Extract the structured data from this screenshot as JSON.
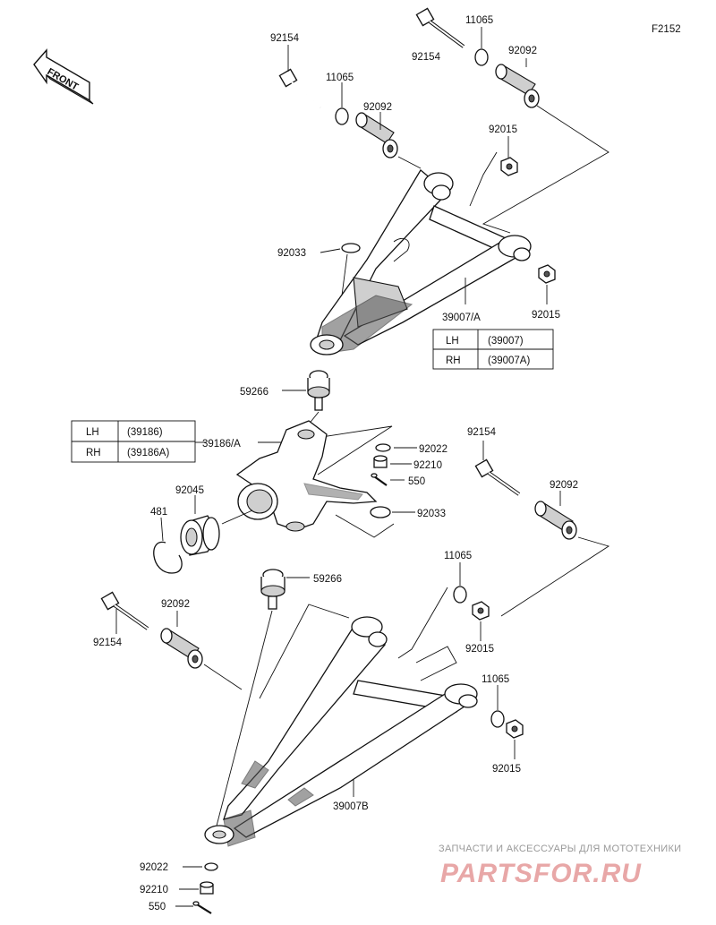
{
  "figure_code": "F2152",
  "front_arrow_text": "FRONT",
  "labels": {
    "l_92154_a": "92154",
    "l_11065_a": "11065",
    "l_92092_a": "92092",
    "l_92154_b": "92154",
    "l_11065_b": "11065",
    "l_92092_b": "92092",
    "l_92015_a": "92015",
    "l_92033_a": "92033",
    "l_39007A": "39007/A",
    "l_92015_b": "92015",
    "l_59266_a": "59266",
    "l_39186A": "39186/A",
    "l_92022_a": "92022",
    "l_92210_a": "92210",
    "l_550_a": "550",
    "l_92045": "92045",
    "l_481": "481",
    "l_92033_b": "92033",
    "l_92154_c": "92154",
    "l_92092_c": "92092",
    "l_59266_b": "59266",
    "l_11065_c": "11065",
    "l_92015_c": "92015",
    "l_92154_d": "92154",
    "l_92092_d": "92092",
    "l_11065_d": "11065",
    "l_92015_d": "92015",
    "l_39007B": "39007B",
    "l_92022_b": "92022",
    "l_92210_b": "92210",
    "l_550_b": "550"
  },
  "table_upper_arm": {
    "rows": [
      {
        "side": "LH",
        "part": "(39007)"
      },
      {
        "side": "RH",
        "part": "(39007A)"
      }
    ]
  },
  "table_knuckle": {
    "rows": [
      {
        "side": "LH",
        "part": "(39186)"
      },
      {
        "side": "RH",
        "part": "(39186A)"
      }
    ]
  },
  "watermark": {
    "line1": "ЗАПЧАСТИ И АКСЕССУАРЫ ДЛЯ МОТОТЕХНИКИ",
    "line2": "PARTSFOR.RU"
  }
}
